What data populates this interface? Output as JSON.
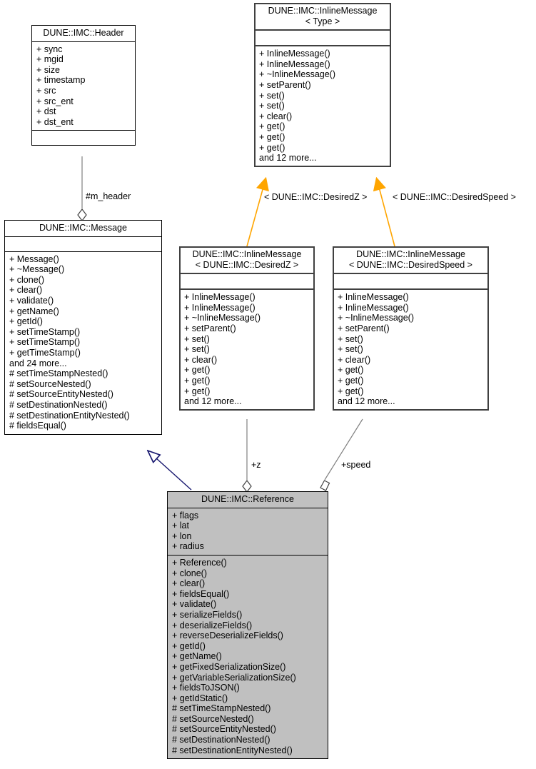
{
  "diagram": {
    "kind": "uml-class-diagram",
    "title": "DUNE::IMC::Reference collaboration diagram",
    "background": "#ffffff",
    "colors": {
      "inheritance_arrow": "#191970",
      "template_arrow": "#ffa500",
      "aggregation_line": "#808080",
      "box_border": "#000000",
      "box_fill": "#ffffff",
      "highlight_fill": "#c0c0c0"
    }
  },
  "classes": {
    "header": {
      "name": "DUNE::IMC::Header",
      "attributes": [
        "+ sync",
        "+ mgid",
        "+ size",
        "+ timestamp",
        "+ src",
        "+ src_ent",
        "+ dst",
        "+ dst_ent"
      ],
      "operations": []
    },
    "inline_message_template": {
      "name": "DUNE::IMC::InlineMessage\n< Type >",
      "attributes": [],
      "operations": [
        "+ InlineMessage()",
        "+ InlineMessage()",
        "+ ~InlineMessage()",
        "+ setParent()",
        "+ set()",
        "+ set()",
        "+ clear()",
        "+ get()",
        "+ get()",
        "+ get()",
        "and 12 more..."
      ]
    },
    "message": {
      "name": "DUNE::IMC::Message",
      "attributes": [],
      "operations": [
        "+ Message()",
        "+ ~Message()",
        "+ clone()",
        "+ clear()",
        "+ validate()",
        "+ getName()",
        "+ getId()",
        "+ setTimeStamp()",
        "+ setTimeStamp()",
        "+ getTimeStamp()",
        "and 24 more...",
        "# setTimeStampNested()",
        "# setSourceNested()",
        "# setSourceEntityNested()",
        "# setDestinationNested()",
        "# setDestinationEntityNested()",
        "# fieldsEqual()"
      ]
    },
    "inline_message_desiredz": {
      "name": "DUNE::IMC::InlineMessage\n< DUNE::IMC::DesiredZ >",
      "attributes": [],
      "operations": [
        "+ InlineMessage()",
        "+ InlineMessage()",
        "+ ~InlineMessage()",
        "+ setParent()",
        "+ set()",
        "+ set()",
        "+ clear()",
        "+ get()",
        "+ get()",
        "+ get()",
        "and 12 more..."
      ]
    },
    "inline_message_desiredspeed": {
      "name": "DUNE::IMC::InlineMessage\n< DUNE::IMC::DesiredSpeed >",
      "attributes": [],
      "operations": [
        "+ InlineMessage()",
        "+ InlineMessage()",
        "+ ~InlineMessage()",
        "+ setParent()",
        "+ set()",
        "+ set()",
        "+ clear()",
        "+ get()",
        "+ get()",
        "+ get()",
        "and 12 more..."
      ]
    },
    "reference": {
      "name": "DUNE::IMC::Reference",
      "attributes": [
        "+ flags",
        "+ lat",
        "+ lon",
        "+ radius"
      ],
      "operations": [
        "+ Reference()",
        "+ clone()",
        "+ clear()",
        "+ fieldsEqual()",
        "+ validate()",
        "+ serializeFields()",
        "+ deserializeFields()",
        "+ reverseDeserializeFields()",
        "+ getId()",
        "+ getName()",
        "+ getFixedSerializationSize()",
        "+ getVariableSerializationSize()",
        "+ fieldsToJSON()",
        "+ getIdStatic()",
        "# setTimeStampNested()",
        "# setSourceNested()",
        "# setSourceEntityNested()",
        "# setDestinationNested()",
        "# setDestinationEntityNested()"
      ]
    }
  },
  "edges": {
    "header_to_message": "#m_header",
    "template_to_desiredz": "< DUNE::IMC::DesiredZ >",
    "template_to_desiredspeed": "< DUNE::IMC::DesiredSpeed >",
    "desiredz_to_reference": "+z",
    "desiredspeed_to_reference": "+speed"
  }
}
